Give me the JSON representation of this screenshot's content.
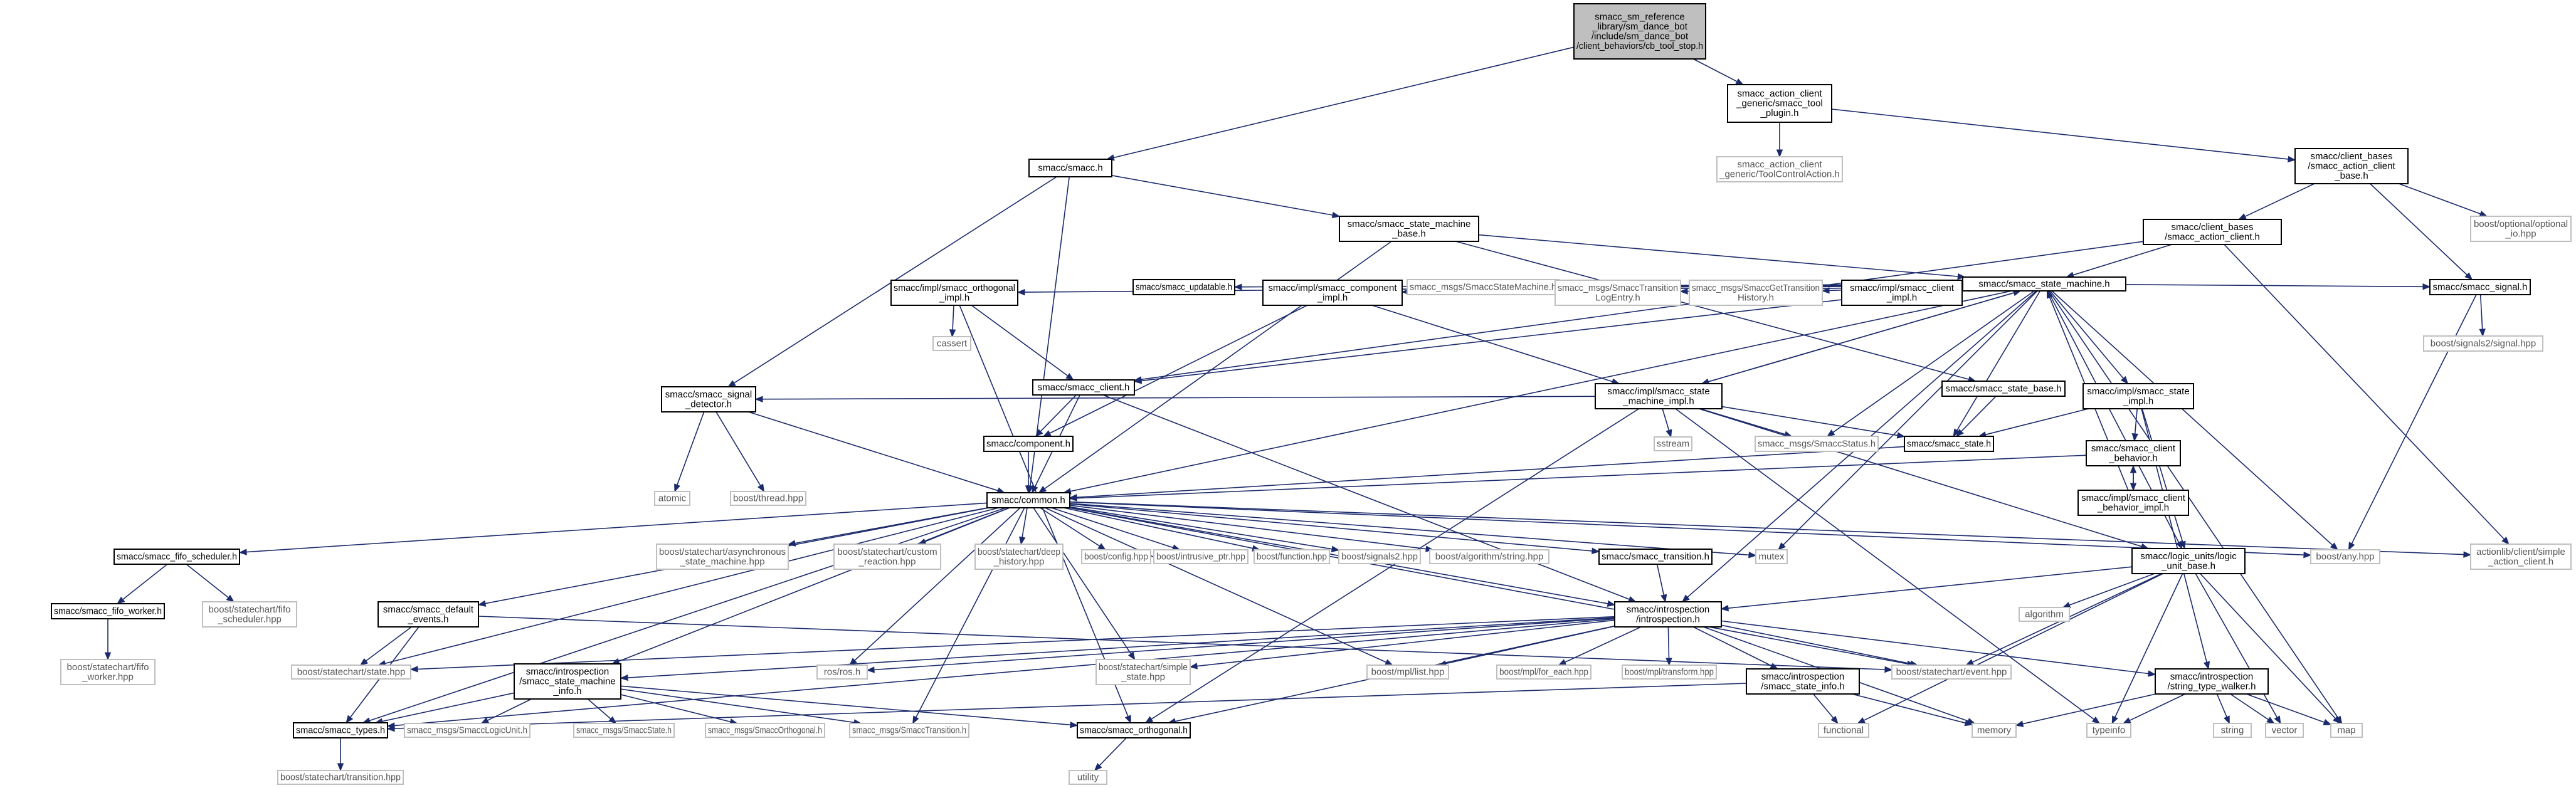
{
  "graph": {
    "nodes": [
      {
        "id": "root",
        "lines": [
          "smacc_sm_reference",
          "_library/sm_dance_bot",
          "/include/sm_dance_bot",
          "/client_behaviors/cb_tool_stop.h"
        ],
        "kind": "root"
      },
      {
        "id": "smacc_h",
        "lines": [
          "smacc/smacc.h"
        ],
        "kind": "local"
      },
      {
        "id": "tool_plugin",
        "lines": [
          "smacc_action_client",
          "_generic/smacc_tool",
          "_plugin.h"
        ],
        "kind": "local"
      },
      {
        "id": "toolcontrol",
        "lines": [
          "smacc_action_client",
          "_generic/ToolControlAction.h"
        ],
        "kind": "ext"
      },
      {
        "id": "client_base",
        "lines": [
          "smacc/client_bases",
          "/smacc_action_client",
          "_base.h"
        ],
        "kind": "local"
      },
      {
        "id": "optional_io",
        "lines": [
          "boost/optional/optional",
          "_io.hpp"
        ],
        "kind": "ext"
      },
      {
        "id": "sm_base",
        "lines": [
          "smacc/smacc_state_machine",
          "_base.h"
        ],
        "kind": "local"
      },
      {
        "id": "action_client",
        "lines": [
          "smacc/client_bases",
          "/smacc_action_client.h"
        ],
        "kind": "local"
      },
      {
        "id": "state_machine",
        "lines": [
          "smacc/smacc_state_machine.h"
        ],
        "kind": "local"
      },
      {
        "id": "orth_impl",
        "lines": [
          "smacc/impl/smacc_orthogonal",
          "_impl.h"
        ],
        "kind": "local"
      },
      {
        "id": "updatable",
        "lines": [
          "smacc/smacc_updatable.h"
        ],
        "kind": "local"
      },
      {
        "id": "comp_impl",
        "lines": [
          "smacc/impl/smacc_component",
          "_impl.h"
        ],
        "kind": "local"
      },
      {
        "id": "msg_sm",
        "lines": [
          "smacc_msgs/SmaccStateMachine.h"
        ],
        "kind": "ext"
      },
      {
        "id": "msg_trlog",
        "lines": [
          "smacc_msgs/SmaccTransition",
          "LogEntry.h"
        ],
        "kind": "ext"
      },
      {
        "id": "msg_gettr",
        "lines": [
          "smacc_msgs/SmaccGetTransition",
          "History.h"
        ],
        "kind": "ext"
      },
      {
        "id": "client_impl",
        "lines": [
          "smacc/impl/smacc_client",
          "_impl.h"
        ],
        "kind": "local"
      },
      {
        "id": "state_base",
        "lines": [
          "smacc/smacc_state_base.h"
        ],
        "kind": "local"
      },
      {
        "id": "state_impl",
        "lines": [
          "smacc/impl/smacc_state",
          "_impl.h"
        ],
        "kind": "local"
      },
      {
        "id": "signal_h",
        "lines": [
          "smacc/smacc_signal.h"
        ],
        "kind": "local"
      },
      {
        "id": "signals2sig",
        "lines": [
          "boost/signals2/signal.hpp"
        ],
        "kind": "ext"
      },
      {
        "id": "cassert",
        "lines": [
          "cassert"
        ],
        "kind": "ext"
      },
      {
        "id": "client_h",
        "lines": [
          "smacc/smacc_client.h"
        ],
        "kind": "local"
      },
      {
        "id": "sm_impl",
        "lines": [
          "smacc/impl/smacc_state",
          "_machine_impl.h"
        ],
        "kind": "local"
      },
      {
        "id": "sig_detector",
        "lines": [
          "smacc/smacc_signal",
          "_detector.h"
        ],
        "kind": "local"
      },
      {
        "id": "component",
        "lines": [
          "smacc/component.h"
        ],
        "kind": "local"
      },
      {
        "id": "sstream",
        "lines": [
          "sstream"
        ],
        "kind": "ext"
      },
      {
        "id": "msg_status",
        "lines": [
          "smacc_msgs/SmaccStatus.h"
        ],
        "kind": "ext"
      },
      {
        "id": "state_h",
        "lines": [
          "smacc/smacc_state.h"
        ],
        "kind": "local"
      },
      {
        "id": "cl_behavior",
        "lines": [
          "smacc/smacc_client",
          "_behavior.h"
        ],
        "kind": "local"
      },
      {
        "id": "clb_impl",
        "lines": [
          "smacc/impl/smacc_client",
          "_behavior_impl.h"
        ],
        "kind": "local"
      },
      {
        "id": "atomic",
        "lines": [
          "atomic"
        ],
        "kind": "ext"
      },
      {
        "id": "thread",
        "lines": [
          "boost/thread.hpp"
        ],
        "kind": "ext"
      },
      {
        "id": "common",
        "lines": [
          "smacc/common.h"
        ],
        "kind": "local"
      },
      {
        "id": "fifo_sched",
        "lines": [
          "smacc/smacc_fifo_scheduler.h"
        ],
        "kind": "local"
      },
      {
        "id": "fifo_worker",
        "lines": [
          "smacc/smacc_fifo_worker.h"
        ],
        "kind": "local"
      },
      {
        "id": "sc_fifo_sched",
        "lines": [
          "boost/statechart/fifo",
          "_scheduler.hpp"
        ],
        "kind": "ext"
      },
      {
        "id": "sc_fifo_worker",
        "lines": [
          "boost/statechart/fifo",
          "_worker.hpp"
        ],
        "kind": "ext"
      },
      {
        "id": "default_events",
        "lines": [
          "smacc/smacc_default",
          "_events.h"
        ],
        "kind": "local"
      },
      {
        "id": "sc_async",
        "lines": [
          "boost/statechart/asynchronous",
          "_state_machine.hpp"
        ],
        "kind": "ext"
      },
      {
        "id": "sc_custom",
        "lines": [
          "boost/statechart/custom",
          "_reaction.hpp"
        ],
        "kind": "ext"
      },
      {
        "id": "sc_deep",
        "lines": [
          "boost/statechart/deep",
          "_history.hpp"
        ],
        "kind": "ext"
      },
      {
        "id": "config",
        "lines": [
          "boost/config.hpp"
        ],
        "kind": "ext"
      },
      {
        "id": "intrusive",
        "lines": [
          "boost/intrusive_ptr.hpp"
        ],
        "kind": "ext"
      },
      {
        "id": "function",
        "lines": [
          "boost/function.hpp"
        ],
        "kind": "ext"
      },
      {
        "id": "signals2",
        "lines": [
          "boost/signals2.hpp"
        ],
        "kind": "ext"
      },
      {
        "id": "algostr",
        "lines": [
          "boost/algorithm/string.hpp"
        ],
        "kind": "ext"
      },
      {
        "id": "transition_h",
        "lines": [
          "smacc/smacc_transition.h"
        ],
        "kind": "local"
      },
      {
        "id": "mutex",
        "lines": [
          "mutex"
        ],
        "kind": "ext"
      },
      {
        "id": "logic_unit",
        "lines": [
          "smacc/logic_units/logic",
          "_unit_base.h"
        ],
        "kind": "local"
      },
      {
        "id": "any",
        "lines": [
          "boost/any.hpp"
        ],
        "kind": "ext"
      },
      {
        "id": "simple_ac",
        "lines": [
          "actionlib/client/simple",
          "_action_client.h"
        ],
        "kind": "ext"
      },
      {
        "id": "introspection",
        "lines": [
          "smacc/introspection",
          "/introspection.h"
        ],
        "kind": "local"
      },
      {
        "id": "algorithm",
        "lines": [
          "algorithm"
        ],
        "kind": "ext"
      },
      {
        "id": "sc_state",
        "lines": [
          "boost/statechart/state.hpp"
        ],
        "kind": "ext"
      },
      {
        "id": "sm_info",
        "lines": [
          "smacc/introspection",
          "/smacc_state_machine",
          "_info.h"
        ],
        "kind": "local"
      },
      {
        "id": "rosros",
        "lines": [
          "ros/ros.h"
        ],
        "kind": "ext"
      },
      {
        "id": "sc_simple",
        "lines": [
          "boost/statechart/simple",
          "_state.hpp"
        ],
        "kind": "ext"
      },
      {
        "id": "mpl_list",
        "lines": [
          "boost/mpl/list.hpp"
        ],
        "kind": "ext"
      },
      {
        "id": "mpl_foreach",
        "lines": [
          "boost/mpl/for_each.hpp"
        ],
        "kind": "ext"
      },
      {
        "id": "mpl_transform",
        "lines": [
          "boost/mpl/transform.hpp"
        ],
        "kind": "ext"
      },
      {
        "id": "state_info",
        "lines": [
          "smacc/introspection",
          "/smacc_state_info.h"
        ],
        "kind": "local"
      },
      {
        "id": "sc_event",
        "lines": [
          "boost/statechart/event.hpp"
        ],
        "kind": "ext"
      },
      {
        "id": "type_walker",
        "lines": [
          "smacc/introspection",
          "/string_type_walker.h"
        ],
        "kind": "local"
      },
      {
        "id": "types_h",
        "lines": [
          "smacc/smacc_types.h"
        ],
        "kind": "local"
      },
      {
        "id": "msg_logic",
        "lines": [
          "smacc_msgs/SmaccLogicUnit.h"
        ],
        "kind": "ext"
      },
      {
        "id": "msg_state",
        "lines": [
          "smacc_msgs/SmaccState.h"
        ],
        "kind": "ext"
      },
      {
        "id": "msg_orth",
        "lines": [
          "smacc_msgs/SmaccOrthogonal.h"
        ],
        "kind": "ext"
      },
      {
        "id": "msg_trans",
        "lines": [
          "smacc_msgs/SmaccTransition.h"
        ],
        "kind": "ext"
      },
      {
        "id": "orthogonal_h",
        "lines": [
          "smacc/smacc_orthogonal.h"
        ],
        "kind": "local"
      },
      {
        "id": "functional",
        "lines": [
          "functional"
        ],
        "kind": "ext"
      },
      {
        "id": "memory",
        "lines": [
          "memory"
        ],
        "kind": "ext"
      },
      {
        "id": "typeinfo",
        "lines": [
          "typeinfo"
        ],
        "kind": "ext"
      },
      {
        "id": "string",
        "lines": [
          "string"
        ],
        "kind": "ext"
      },
      {
        "id": "vector",
        "lines": [
          "vector"
        ],
        "kind": "ext"
      },
      {
        "id": "map",
        "lines": [
          "map"
        ],
        "kind": "ext"
      },
      {
        "id": "sc_transition",
        "lines": [
          "boost/statechart/transition.hpp"
        ],
        "kind": "ext"
      },
      {
        "id": "utility",
        "lines": [
          "utility"
        ],
        "kind": "ext"
      }
    ],
    "edges": [
      [
        "root",
        "smacc_h"
      ],
      [
        "root",
        "tool_plugin"
      ],
      [
        "tool_plugin",
        "toolcontrol"
      ],
      [
        "tool_plugin",
        "client_base"
      ],
      [
        "client_base",
        "action_client"
      ],
      [
        "client_base",
        "optional_io"
      ],
      [
        "client_base",
        "signal_h"
      ],
      [
        "smacc_h",
        "sm_base"
      ],
      [
        "smacc_h",
        "sig_detector"
      ],
      [
        "smacc_h",
        "common"
      ],
      [
        "sm_base",
        "state_machine"
      ],
      [
        "sm_base",
        "state_base"
      ],
      [
        "sm_base",
        "common"
      ],
      [
        "action_client",
        "state_machine"
      ],
      [
        "action_client",
        "client_h"
      ],
      [
        "action_client",
        "simple_ac"
      ],
      [
        "state_machine",
        "orth_impl"
      ],
      [
        "state_machine",
        "updatable"
      ],
      [
        "state_machine",
        "comp_impl"
      ],
      [
        "state_machine",
        "msg_sm"
      ],
      [
        "state_machine",
        "msg_trlog"
      ],
      [
        "state_machine",
        "msg_gettr"
      ],
      [
        "state_machine",
        "client_impl"
      ],
      [
        "state_machine",
        "signal_h"
      ],
      [
        "state_machine",
        "state_impl"
      ],
      [
        "state_machine",
        "sm_impl"
      ],
      [
        "state_machine",
        "msg_status"
      ],
      [
        "state_machine",
        "state_h"
      ],
      [
        "state_machine",
        "common"
      ],
      [
        "state_machine",
        "introspection"
      ],
      [
        "state_machine",
        "logic_unit"
      ],
      [
        "state_machine",
        "mutex"
      ],
      [
        "state_machine",
        "any"
      ],
      [
        "state_machine",
        "map"
      ],
      [
        "orth_impl",
        "cassert"
      ],
      [
        "orth_impl",
        "client_h"
      ],
      [
        "orth_impl",
        "orthogonal_h"
      ],
      [
        "comp_impl",
        "component"
      ],
      [
        "comp_impl",
        "sm_impl"
      ],
      [
        "client_impl",
        "client_h"
      ],
      [
        "signal_h",
        "signals2sig"
      ],
      [
        "signal_h",
        "any"
      ],
      [
        "state_impl",
        "state_h"
      ],
      [
        "state_impl",
        "cl_behavior"
      ],
      [
        "state_impl",
        "logic_unit"
      ],
      [
        "state_impl",
        "type_walker"
      ],
      [
        "client_h",
        "component"
      ],
      [
        "client_h",
        "common"
      ],
      [
        "client_h",
        "introspection"
      ],
      [
        "sm_impl",
        "state_machine"
      ],
      [
        "sm_impl",
        "sig_detector"
      ],
      [
        "sm_impl",
        "sstream"
      ],
      [
        "sm_impl",
        "msg_status"
      ],
      [
        "sm_impl",
        "state_h"
      ],
      [
        "sm_impl",
        "logic_unit"
      ],
      [
        "sm_impl",
        "typeinfo"
      ],
      [
        "sm_impl",
        "orthogonal_h"
      ],
      [
        "state_base",
        "state_h"
      ],
      [
        "sig_detector",
        "atomic"
      ],
      [
        "sig_detector",
        "thread"
      ],
      [
        "sig_detector",
        "common"
      ],
      [
        "component",
        "common"
      ],
      [
        "state_h",
        "common"
      ],
      [
        "cl_behavior",
        "common"
      ],
      [
        "cl_behavior",
        "clb_impl"
      ],
      [
        "clb_impl",
        "cl_behavior"
      ],
      [
        "clb_impl",
        "state_machine"
      ],
      [
        "common",
        "fifo_sched"
      ],
      [
        "common",
        "default_events"
      ],
      [
        "common",
        "sc_async"
      ],
      [
        "common",
        "sc_custom"
      ],
      [
        "common",
        "sc_deep"
      ],
      [
        "common",
        "config"
      ],
      [
        "common",
        "intrusive"
      ],
      [
        "common",
        "function"
      ],
      [
        "common",
        "signals2"
      ],
      [
        "common",
        "algostr"
      ],
      [
        "common",
        "transition_h"
      ],
      [
        "common",
        "mutex"
      ],
      [
        "common",
        "any"
      ],
      [
        "common",
        "simple_ac"
      ],
      [
        "common",
        "introspection"
      ],
      [
        "common",
        "sc_state"
      ],
      [
        "common",
        "sm_info"
      ],
      [
        "common",
        "rosros"
      ],
      [
        "common",
        "sc_simple"
      ],
      [
        "common",
        "mpl_list"
      ],
      [
        "common",
        "sc_event"
      ],
      [
        "common",
        "types_h"
      ],
      [
        "common",
        "msg_trans"
      ],
      [
        "fifo_sched",
        "fifo_worker"
      ],
      [
        "fifo_sched",
        "sc_fifo_sched"
      ],
      [
        "fifo_worker",
        "sc_fifo_worker"
      ],
      [
        "default_events",
        "sc_state"
      ],
      [
        "default_events",
        "sc_event"
      ],
      [
        "default_events",
        "types_h"
      ],
      [
        "transition_h",
        "introspection"
      ],
      [
        "logic_unit",
        "introspection"
      ],
      [
        "logic_unit",
        "algorithm"
      ],
      [
        "logic_unit",
        "sc_event"
      ],
      [
        "logic_unit",
        "functional"
      ],
      [
        "logic_unit",
        "typeinfo"
      ],
      [
        "logic_unit",
        "vector"
      ],
      [
        "logic_unit",
        "map"
      ],
      [
        "introspection",
        "sc_state"
      ],
      [
        "introspection",
        "sm_info"
      ],
      [
        "introspection",
        "rosros"
      ],
      [
        "introspection",
        "sc_simple"
      ],
      [
        "introspection",
        "mpl_list"
      ],
      [
        "introspection",
        "mpl_foreach"
      ],
      [
        "introspection",
        "mpl_transform"
      ],
      [
        "introspection",
        "state_info"
      ],
      [
        "introspection",
        "sc_event"
      ],
      [
        "introspection",
        "type_walker"
      ],
      [
        "introspection",
        "types_h"
      ],
      [
        "introspection",
        "memory"
      ],
      [
        "introspection",
        "orthogonal_h"
      ],
      [
        "sm_info",
        "types_h"
      ],
      [
        "sm_info",
        "msg_logic"
      ],
      [
        "sm_info",
        "msg_state"
      ],
      [
        "sm_info",
        "msg_orth"
      ],
      [
        "sm_info",
        "msg_trans"
      ],
      [
        "sm_info",
        "orthogonal_h"
      ],
      [
        "state_info",
        "functional"
      ],
      [
        "state_info",
        "memory"
      ],
      [
        "state_info",
        "types_h"
      ],
      [
        "type_walker",
        "string"
      ],
      [
        "type_walker",
        "vector"
      ],
      [
        "type_walker",
        "map"
      ],
      [
        "type_walker",
        "typeinfo"
      ],
      [
        "type_walker",
        "memory"
      ],
      [
        "types_h",
        "sc_transition"
      ],
      [
        "orthogonal_h",
        "utility"
      ]
    ]
  }
}
